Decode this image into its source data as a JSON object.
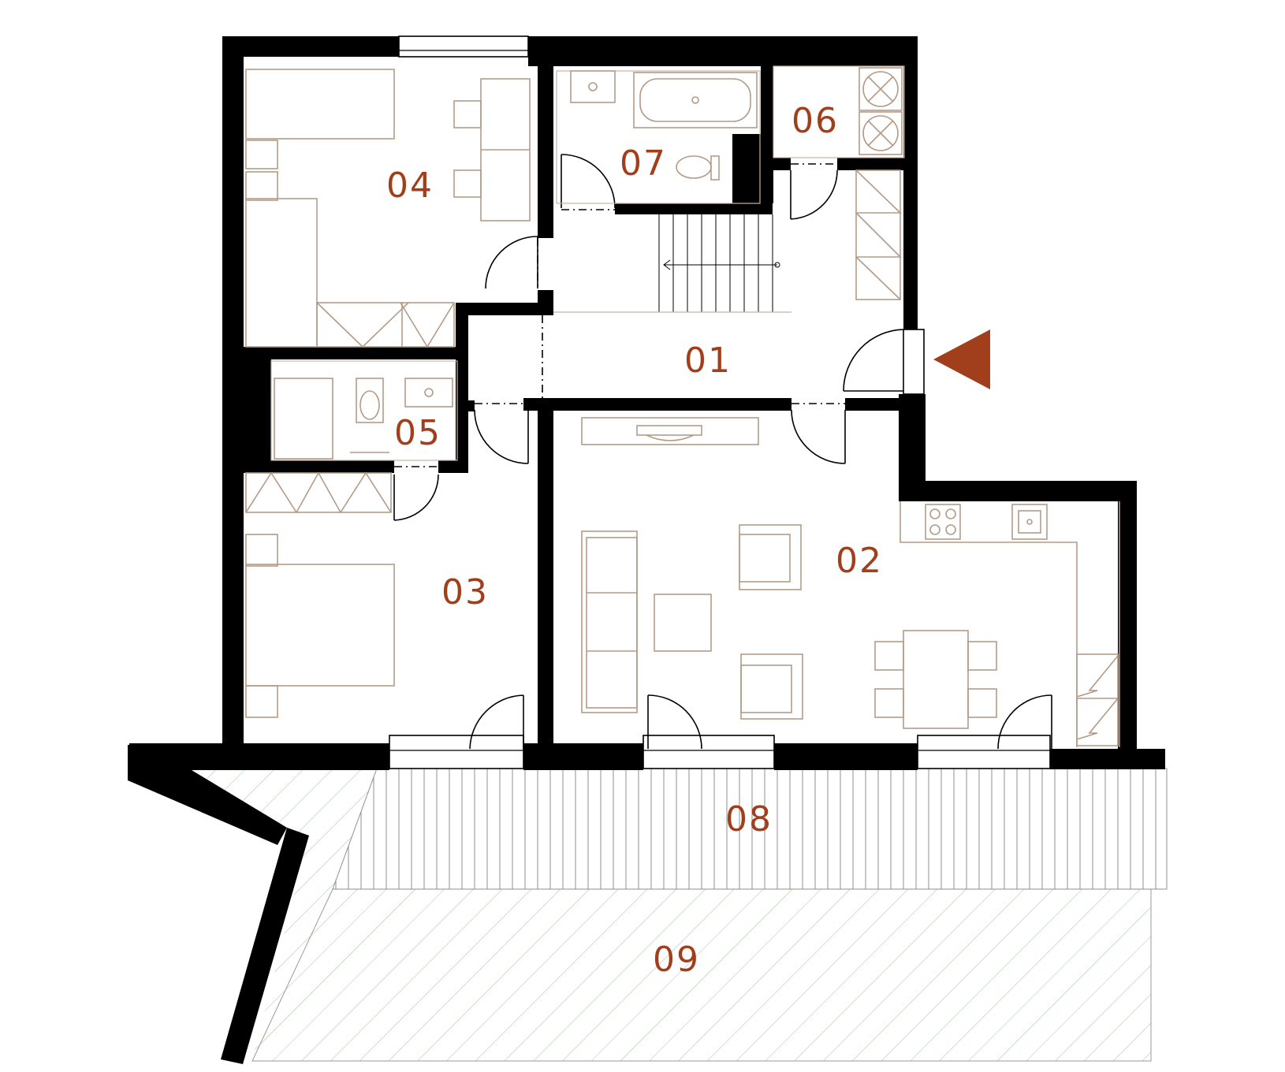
{
  "plan": {
    "rooms": [
      {
        "id": "01",
        "label": "01"
      },
      {
        "id": "02",
        "label": "02"
      },
      {
        "id": "03",
        "label": "03"
      },
      {
        "id": "04",
        "label": "04"
      },
      {
        "id": "05",
        "label": "05"
      },
      {
        "id": "06",
        "label": "06"
      },
      {
        "id": "07",
        "label": "07"
      },
      {
        "id": "08",
        "label": "08"
      },
      {
        "id": "09",
        "label": "09"
      }
    ],
    "colors": {
      "label": "#a13f1c",
      "entrance_arrow": "#a13f1c",
      "walls": "#000000",
      "furniture": "#b59a86",
      "terrace_hatch": "#9ec49e",
      "deck": "#8f8f8f"
    },
    "icons": {
      "entrance": "entrance-arrow-icon"
    }
  }
}
